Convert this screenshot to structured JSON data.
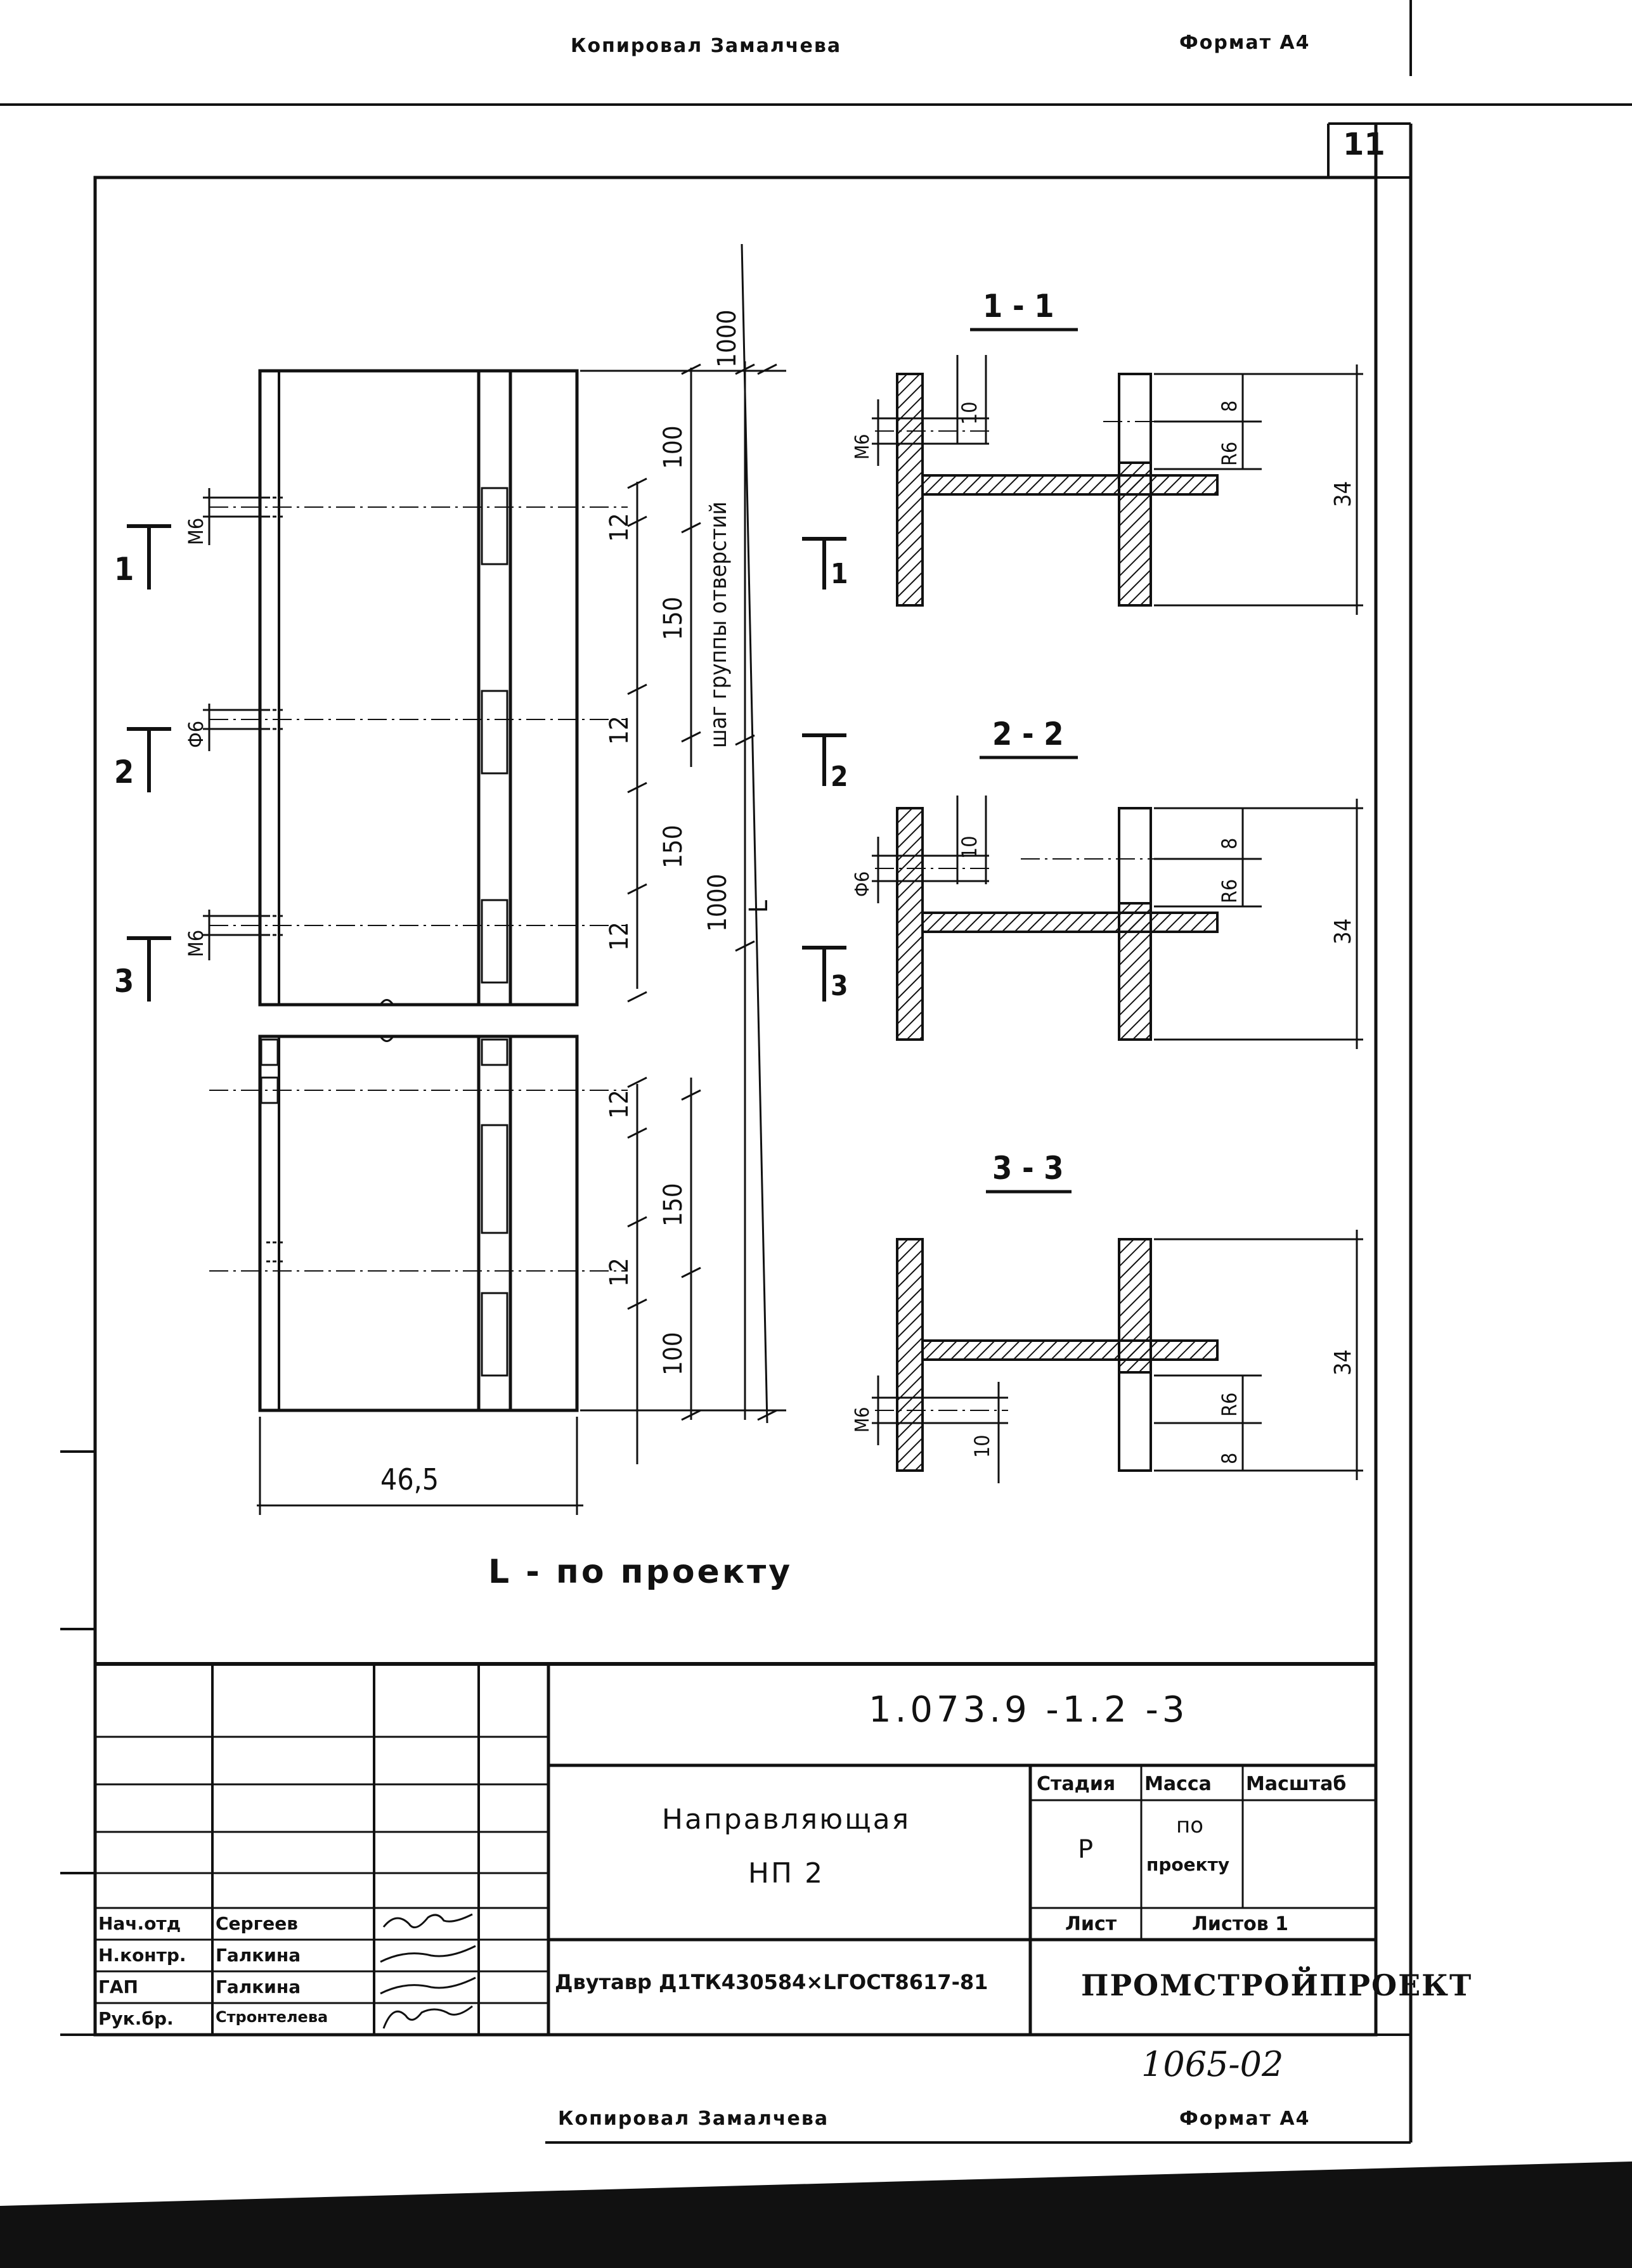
{
  "header": {
    "copied_by": "Копировал Замалчева",
    "format": "Формат А4"
  },
  "sheet_number": "11",
  "drawing": {
    "section_marks": [
      "1",
      "2",
      "3"
    ],
    "dims": {
      "m6": "М6",
      "f6": "Ф6",
      "d1000": "1000",
      "d100": "100",
      "d150": "150",
      "d12": "12",
      "d10": "10",
      "d8": "8",
      "r6": "R6",
      "d34": "34",
      "width": "46,5",
      "pitch_label": "шаг группы отверстий",
      "L": "L"
    },
    "section_titles": [
      "1 - 1",
      "2 - 2",
      "3 - 3"
    ],
    "note": "L - по проекту"
  },
  "title_block": {
    "doc_code": "1.073.9 -1.2 -3",
    "title_line1": "Направляющая",
    "title_line2": "НП 2",
    "stage_header": "Стадия",
    "mass_header": "Масса",
    "scale_header": "Масштаб",
    "stage_value": "Р",
    "mass_value_1": "по",
    "mass_value_2": "проекту",
    "sheet_label": "Лист",
    "sheets_label": "Листов 1",
    "material": "Двутавр Д1ТК430584×LГОСТ8617-81",
    "org": "ПРОМСТРОЙПРОЕКТ",
    "roles": [
      {
        "role": "Нач.отд",
        "name": "Сергеев"
      },
      {
        "role": "Н.контр.",
        "name": "Галкина"
      },
      {
        "role": "ГАП",
        "name": "Галкина"
      },
      {
        "role": "Рук.бр.",
        "name": "Стронтелева"
      }
    ]
  },
  "inventory_number": "1065-02",
  "footer": {
    "copied_by": "Копировал Замалчева",
    "format": "Формат А4"
  }
}
